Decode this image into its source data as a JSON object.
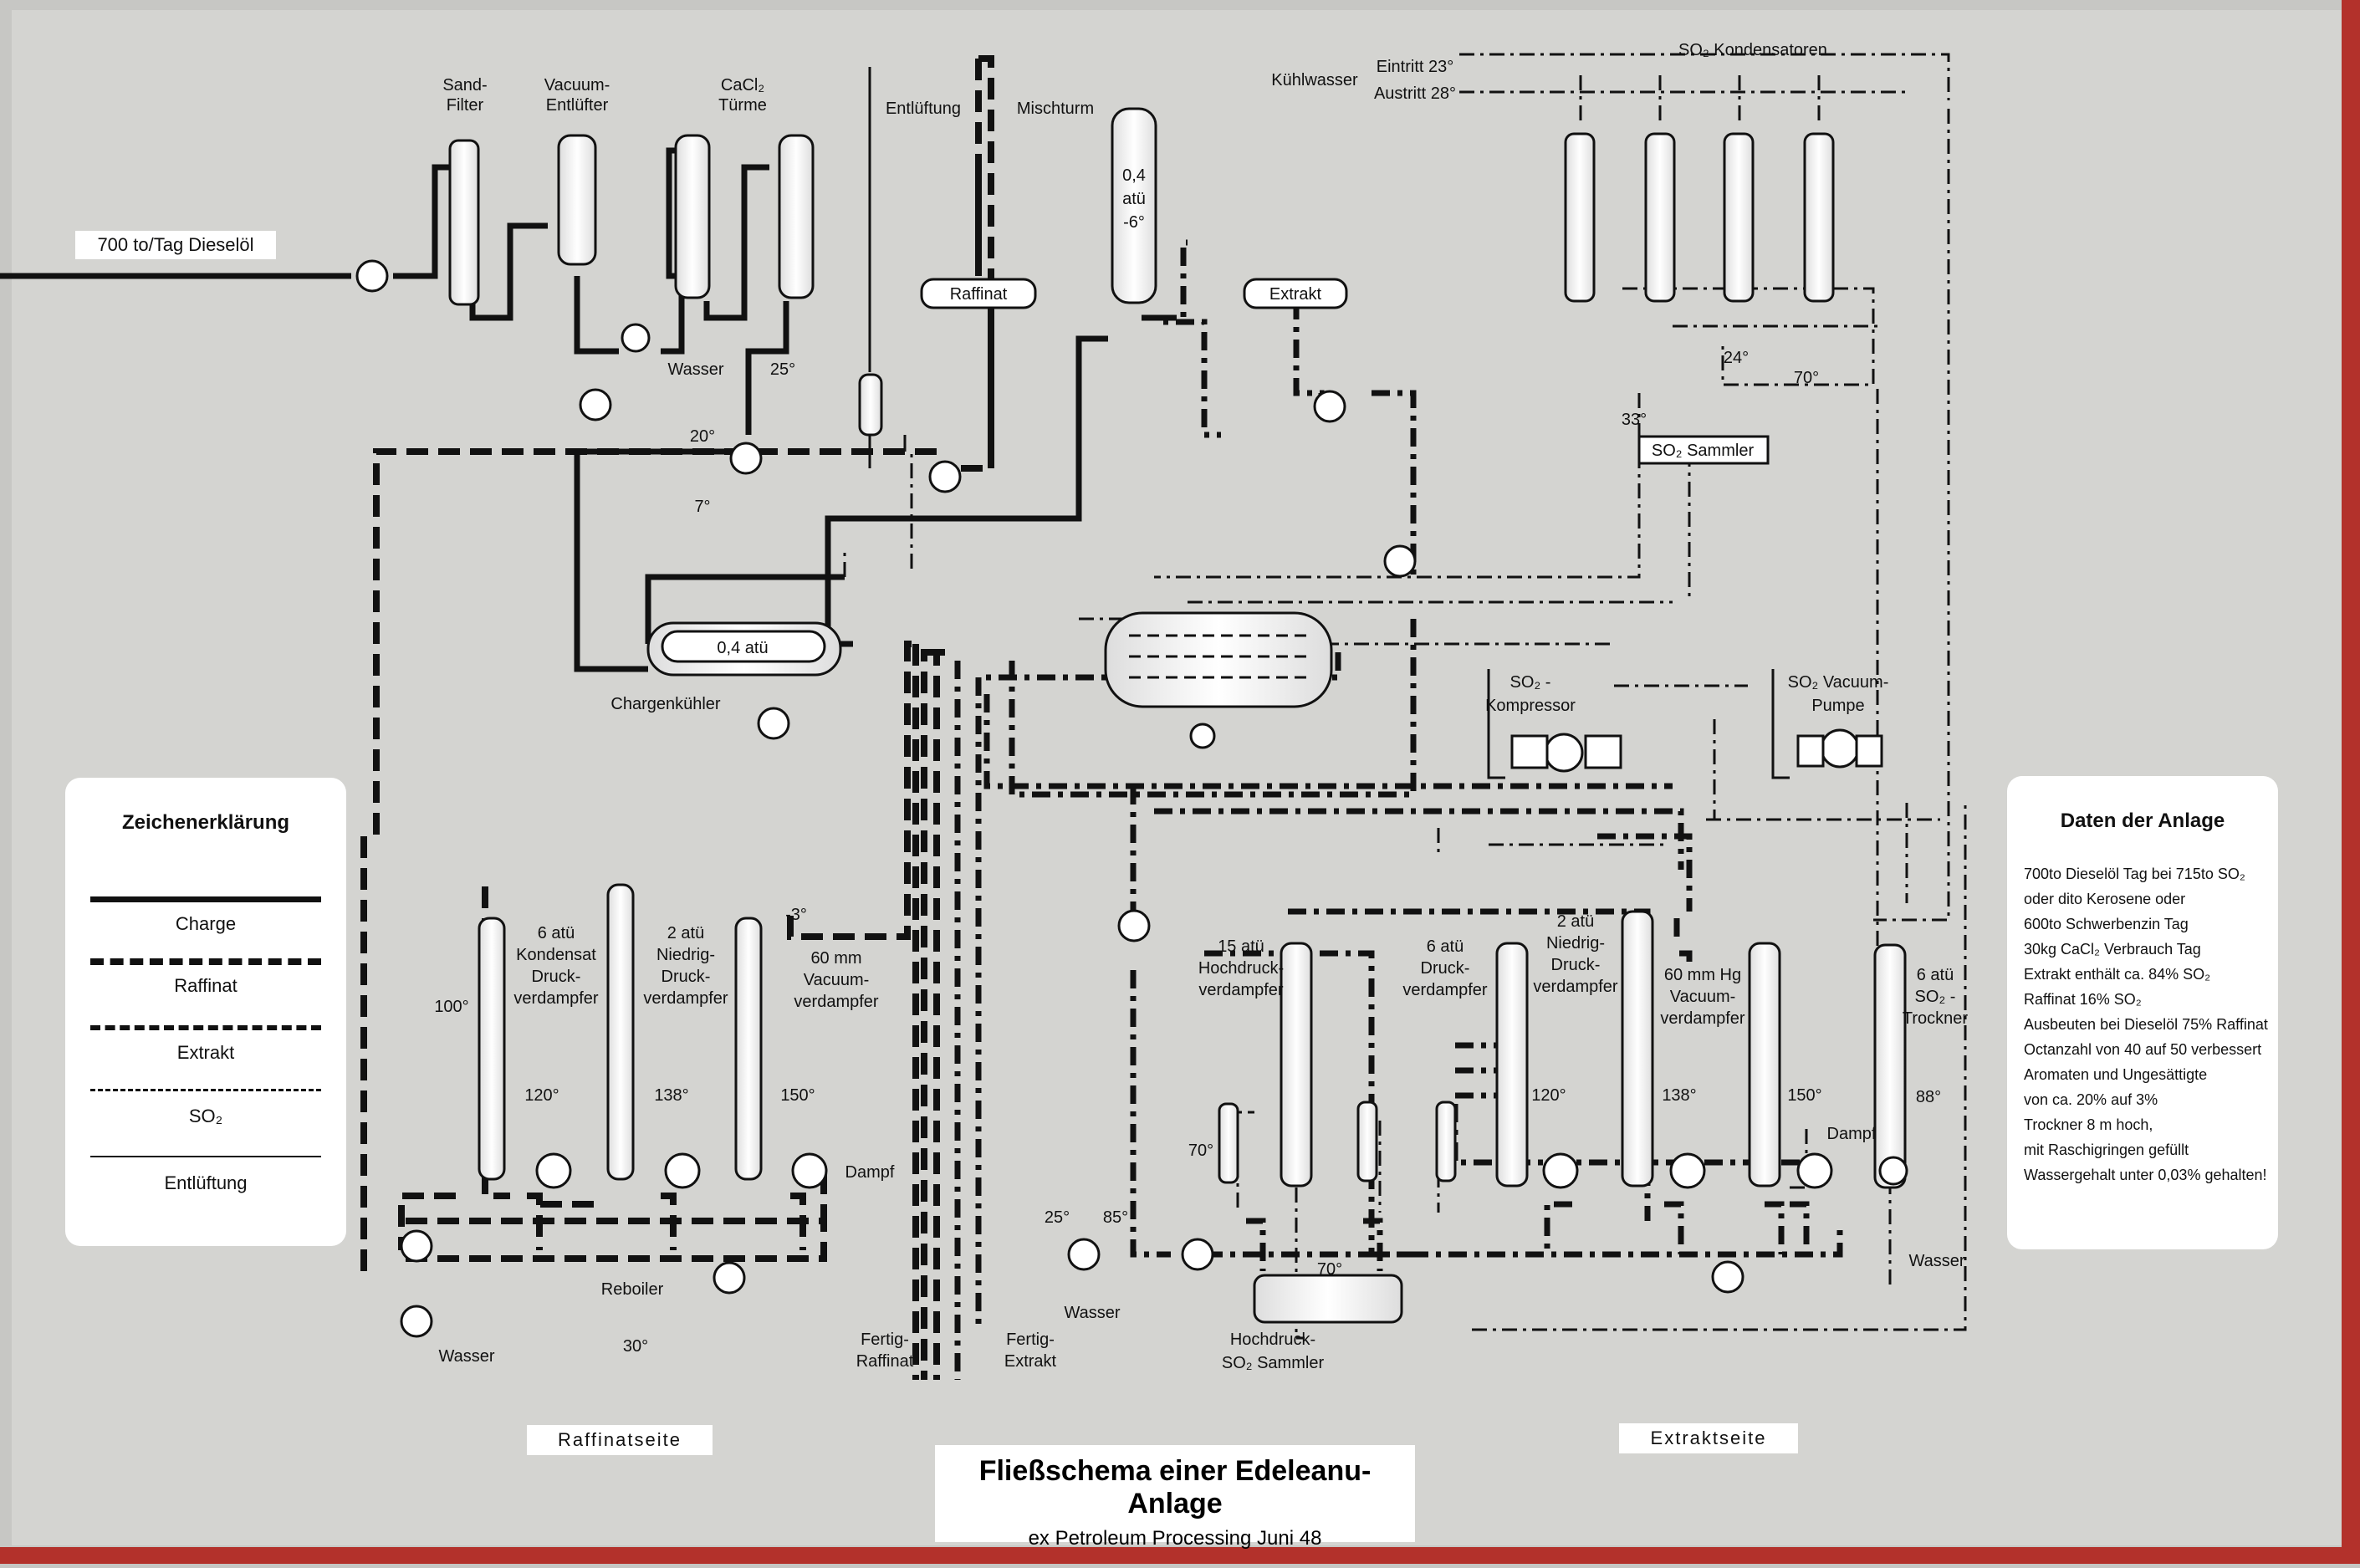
{
  "title": "Fließschema einer Edeleanu-Anlage",
  "subtitle": "ex Petroleum Processing   Juni 48",
  "legend": {
    "title": "Zeichenerklärung",
    "items": [
      "Charge",
      "Raffinat",
      "Extrakt",
      "SO₂",
      "Entlüftung"
    ]
  },
  "data_box": {
    "title": "Daten der Anlage",
    "lines": [
      "700to Dieselöl Tag bei 715to SO₂",
      "oder dito Kerosene oder",
      "600to Schwerbenzin Tag",
      "30kg CaCl₂ Verbrauch Tag",
      "Extrakt enthält ca. 84% SO₂",
      "Raffinat 16% SO₂",
      "Ausbeuten bei Dieselöl 75% Raffinat",
      "Octanzahl von 40 auf 50 verbessert",
      "Aromaten und Ungesättigte",
      "von ca. 20% auf 3%",
      "Trockner 8 m hoch,",
      "mit Raschigringen gefüllt",
      "Wassergehalt unter 0,03% gehalten!"
    ]
  },
  "sides": {
    "left": "Raffinatseite",
    "right": "Extraktseite"
  },
  "labels": {
    "feed": "700 to/Tag Dieselöl",
    "sand_filter": [
      "Sand-",
      "Filter"
    ],
    "vacuum_entluefter": [
      "Vacuum-",
      "Entlüfter"
    ],
    "cacl2": [
      "CaCl₂",
      "Türme"
    ],
    "entlueftung": "Entlüftung",
    "mischturm": "Mischturm",
    "mischturm_cond": [
      "0,4",
      "atü",
      "-6°"
    ],
    "raffinat": "Raffinat",
    "extrakt": "Extrakt",
    "kuehlwasser": "Kühlwasser",
    "eintritt": "Eintritt 23°",
    "austritt": "Austritt 28°",
    "so2_kondensatoren": "SO₂ Kondensatoren",
    "wasser": "Wasser",
    "t25": "25°",
    "t20": "20°",
    "t7": "7°",
    "t24": "24°",
    "t70": "70°",
    "t33": "33°",
    "so2_sammler": "SO₂ Sammler",
    "chargenkuehler_p": "0,4 atü",
    "chargenkuehler": "Chargenkühler",
    "so2_kompressor": [
      "SO₂ -",
      "Kompressor"
    ],
    "so2_vacuumpumpe": [
      "SO₂ Vacuum-",
      "Pumpe"
    ],
    "kondensat_verdampfer": [
      "6 atü",
      "Kondensat",
      "Druck-",
      "verdampfer"
    ],
    "niedrig_verdampfer_l": [
      "2 atü",
      "Niedrig-",
      "Druck-",
      "verdampfer"
    ],
    "vacuum_verdampfer_l": [
      "60 mm",
      "Vacuum-",
      "verdampfer"
    ],
    "t_minus3": "-3°",
    "t100": "100°",
    "t120": "120°",
    "t138": "138°",
    "t150": "150°",
    "dampf": "Dampf",
    "reboiler": "Reboiler",
    "t30": "30°",
    "fertig_raffinat": [
      "Fertig-",
      "Raffinat"
    ],
    "fertig_extrakt": [
      "Fertig-",
      "Extrakt"
    ],
    "hochdruck_verdampfer": [
      "15 atü",
      "Hochdruck-",
      "verdampfer"
    ],
    "druck_verdampfer_r": [
      "6 atü",
      "Druck-",
      "verdampfer"
    ],
    "niedrig_verdampfer_r": [
      "2 atü",
      "Niedrig-",
      "Druck-",
      "verdampfer"
    ],
    "vacuum_verdampfer_r": [
      "60 mm Hg",
      "Vacuum-",
      "verdampfer"
    ],
    "trockner": [
      "6 atü",
      "SO₂ -",
      "Trockner"
    ],
    "t88": "88°",
    "t85": "85°",
    "hochdruck_sammler": [
      "Hochdruck-",
      "SO₂ Sammler"
    ]
  }
}
